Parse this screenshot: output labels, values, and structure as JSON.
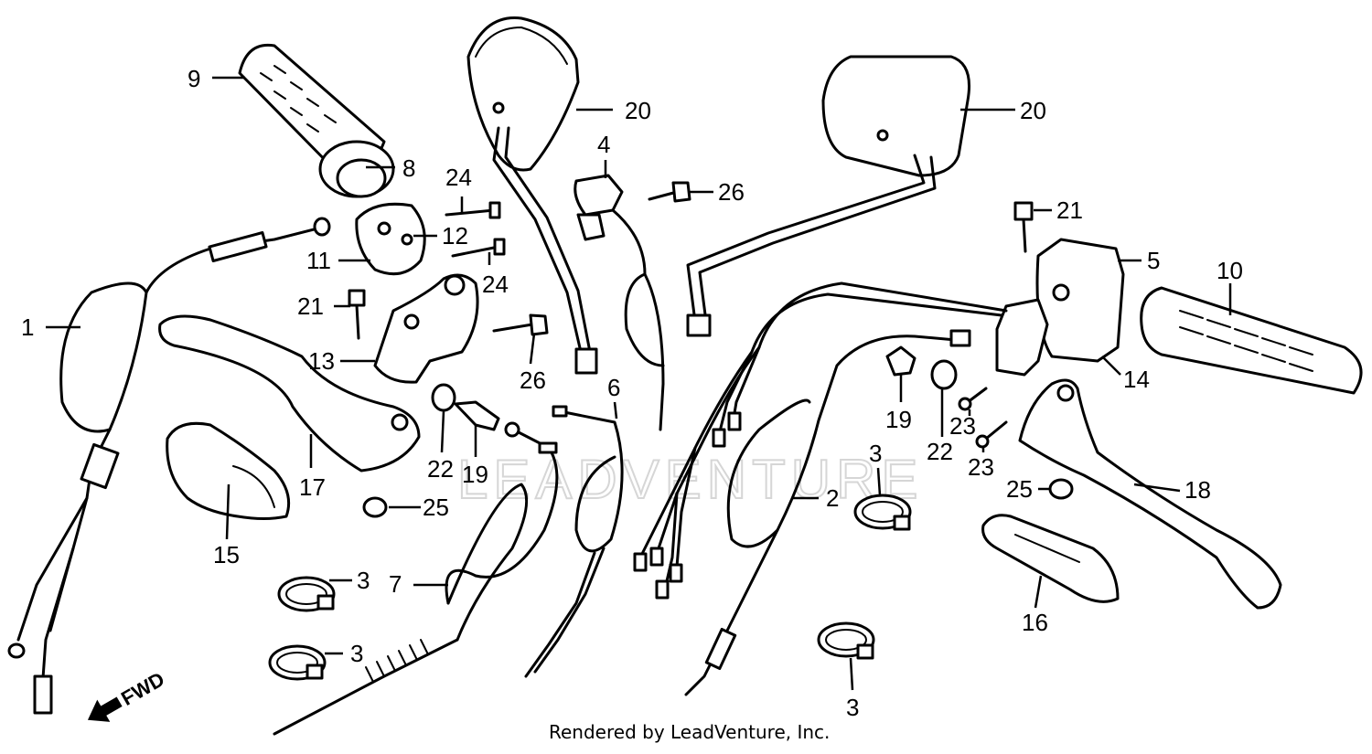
{
  "credit": "Rendered by LeadVenture, Inc.",
  "direction_label": "FWD",
  "watermark": "LEADVENTURE",
  "colors": {
    "line": "#000000",
    "background": "#ffffff",
    "watermark": "#d6d6d6"
  },
  "callouts": [
    {
      "id": "c1",
      "label": "1"
    },
    {
      "id": "c2",
      "label": "2"
    },
    {
      "id": "c3a",
      "label": "3"
    },
    {
      "id": "c3b",
      "label": "3"
    },
    {
      "id": "c3c",
      "label": "3"
    },
    {
      "id": "c3d",
      "label": "3"
    },
    {
      "id": "c4",
      "label": "4"
    },
    {
      "id": "c5",
      "label": "5"
    },
    {
      "id": "c6",
      "label": "6"
    },
    {
      "id": "c7",
      "label": "7"
    },
    {
      "id": "c8",
      "label": "8"
    },
    {
      "id": "c9",
      "label": "9"
    },
    {
      "id": "c10",
      "label": "10"
    },
    {
      "id": "c11",
      "label": "11"
    },
    {
      "id": "c12",
      "label": "12"
    },
    {
      "id": "c13",
      "label": "13"
    },
    {
      "id": "c14",
      "label": "14"
    },
    {
      "id": "c15",
      "label": "15"
    },
    {
      "id": "c16",
      "label": "16"
    },
    {
      "id": "c17",
      "label": "17"
    },
    {
      "id": "c18",
      "label": "18"
    },
    {
      "id": "c19a",
      "label": "19"
    },
    {
      "id": "c19b",
      "label": "19"
    },
    {
      "id": "c20a",
      "label": "20"
    },
    {
      "id": "c20b",
      "label": "20"
    },
    {
      "id": "c21a",
      "label": "21"
    },
    {
      "id": "c21b",
      "label": "21"
    },
    {
      "id": "c22a",
      "label": "22"
    },
    {
      "id": "c22b",
      "label": "22"
    },
    {
      "id": "c23a",
      "label": "23"
    },
    {
      "id": "c23b",
      "label": "23"
    },
    {
      "id": "c24a",
      "label": "24"
    },
    {
      "id": "c24b",
      "label": "24"
    },
    {
      "id": "c25a",
      "label": "25"
    },
    {
      "id": "c25b",
      "label": "25"
    },
    {
      "id": "c26a",
      "label": "26"
    },
    {
      "id": "c26b",
      "label": "26"
    }
  ]
}
